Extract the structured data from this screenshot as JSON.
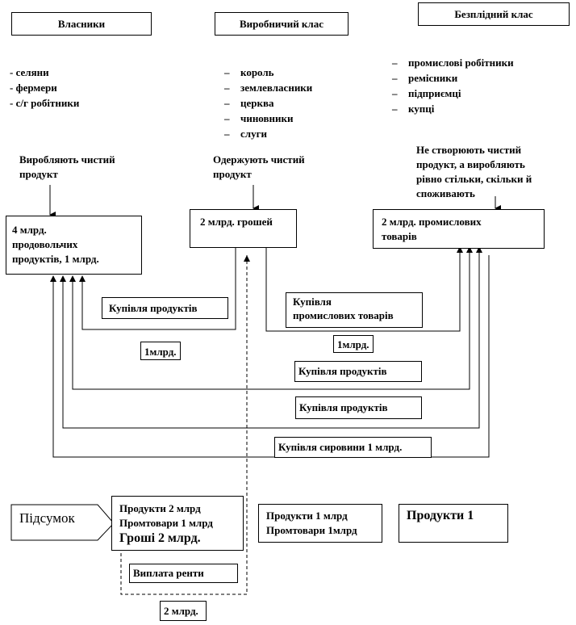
{
  "headers": {
    "owners": "Власники",
    "productive": "Виробничий клас",
    "sterile": "Безплідний клас"
  },
  "lists": {
    "owners": [
      "- селяни",
      "- фермери",
      "- с/г робітники"
    ],
    "productive": [
      "король",
      "землевласники",
      "церква",
      "чиновники",
      "слуги"
    ],
    "sterile": [
      "промислові робітники",
      "ремісники",
      "підприємці",
      "купці"
    ],
    "dash_marker": "–"
  },
  "notes": {
    "owners_produce": [
      "Виробляють чистий",
      "продукт"
    ],
    "productive_receive": [
      "Одержують чистий",
      "продукт"
    ],
    "sterile_note": [
      "Не створюють чистий",
      "продукт, а виробляють",
      "рівно стільки, скільки й",
      "споживають"
    ]
  },
  "main_boxes": {
    "food": [
      "4 млрд.",
      "продовольчих",
      "продуктів, 1 млрд."
    ],
    "money": "2 млрд. грошей",
    "goods": [
      "2 млрд. промислових",
      "товарів"
    ]
  },
  "flow_labels": {
    "buy_products_1": "Купівля продуктів",
    "buy_goods": [
      "Купівля",
      "промислових товарів"
    ],
    "one_bn": "1млрд.",
    "buy_products_2": "Купівля продуктів",
    "buy_products_3": "Купівля продуктів",
    "buy_raw": "Купівля сировини 1 млрд."
  },
  "summary": {
    "label": "Підсумок",
    "owners_lines": [
      "Продукти 2 млрд",
      "Промтовари 1 млрд"
    ],
    "owners_money": "Гроші 2 млрд.",
    "mid_lines": [
      "Продукти 1 млрд",
      "Промтовари 1млрд"
    ],
    "right": "Продукти 1",
    "rent": "Виплата ренти",
    "two_bn": "2 млрд."
  }
}
